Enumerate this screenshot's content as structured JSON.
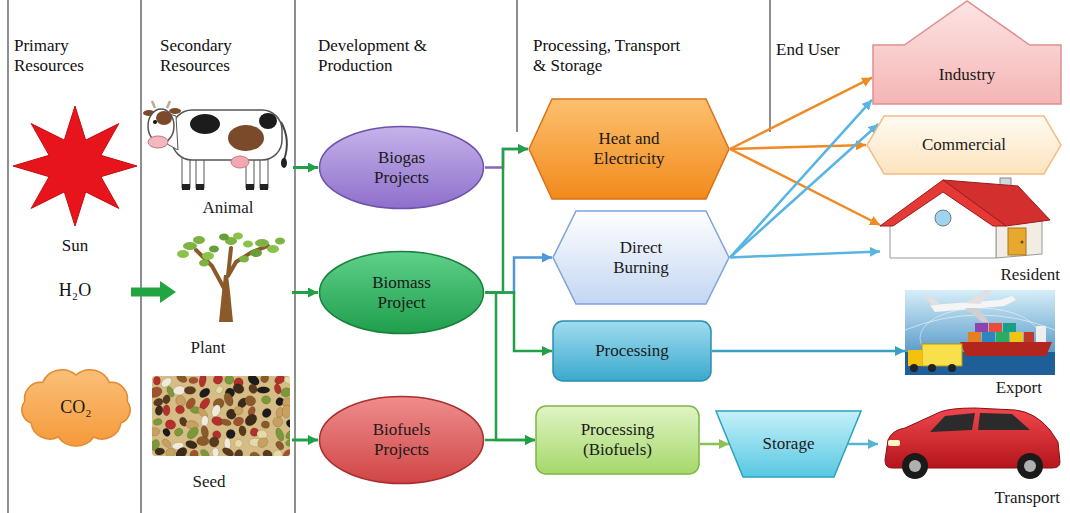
{
  "diagram": {
    "nodes": [
      {
        "text": [
          "CO₂"
        ]
      },
      {
        "text": [
          "Animal"
        ]
      },
      {
        "text": [
          "Plant"
        ]
      },
      {
        "text": [
          "Seed"
        ]
      },
      {
        "text": [
          "Biogas Projects"
        ]
      },
      {
        "text": [
          "Biomass Project"
        ]
      },
      {
        "text": [
          "Biofuels Projects"
        ]
      },
      {
        "text": [
          "Heat and Electricity"
        ]
      },
      {
        "text": [
          "Direct Burning"
        ]
      },
      {
        "text": [
          "Processing"
        ]
      },
      {
        "text": [
          "Processing (Biofuels)"
        ]
      },
      {
        "text": [
          "Storage"
        ]
      },
      {
        "text": [
          "Industry"
        ]
      },
      {
        "text": [
          "Commercial"
        ]
      },
      {
        "text": [
          "Resident"
        ]
      },
      {
        "text": [
          "Export"
        ]
      },
      {
        "text": [
          "Transport"
        ]
      }
    ],
    "edges": [
      {
        "from": 1,
        "to": 4,
        "arrow": "to"
      },
      {
        "from": 2,
        "to": 5,
        "arrow": "to"
      },
      {
        "from": 3,
        "to": 6,
        "arrow": "to"
      },
      {
        "from": 4,
        "to": 7,
        "arrow": "to"
      },
      {
        "from": 5,
        "to": 7,
        "arrow": "to"
      },
      {
        "from": 5,
        "to": 8,
        "arrow": "to"
      },
      {
        "from": 5,
        "to": 9,
        "arrow": "to"
      },
      {
        "from": 5,
        "to": 10,
        "arrow": "to"
      },
      {
        "from": 6,
        "to": 10,
        "arrow": "to"
      },
      {
        "from": 10,
        "to": 11,
        "arrow": "to"
      },
      {
        "from": 11,
        "to": 16,
        "arrow": "to"
      },
      {
        "from": 7,
        "to": 12,
        "arrow": "to"
      },
      {
        "from": 7,
        "to": 13,
        "arrow": "to"
      },
      {
        "from": 7,
        "to": 14,
        "arrow": "to"
      },
      {
        "from": 8,
        "to": 12,
        "arrow": "to"
      },
      {
        "from": 8,
        "to": 13,
        "arrow": "to"
      },
      {
        "from": 8,
        "to": 14,
        "arrow": "to"
      },
      {
        "from": 9,
        "to": 15,
        "arrow": "to"
      }
    ],
    "labels": [
      "Primary Resources",
      "Secondary Resources",
      "Development & Production",
      "Processing, Transport & Storage",
      "End User",
      "Sun",
      "H₂O"
    ]
  }
}
